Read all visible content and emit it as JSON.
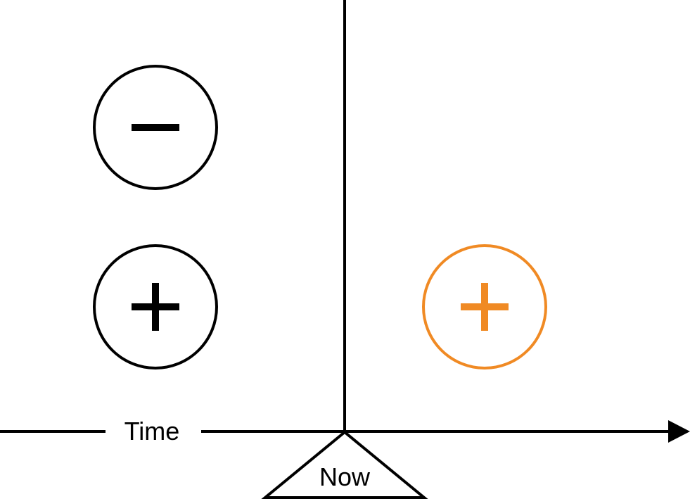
{
  "labels": {
    "axis": "Time",
    "now": "Now"
  },
  "symbols": {
    "past_top": "minus",
    "past_bottom": "plus",
    "future": "plus"
  },
  "icons": {
    "minus": "minus-icon",
    "plus": "plus-icon"
  },
  "colors": {
    "ink": "#000000",
    "accent": "#F08A24",
    "background": "#FFFFFF"
  }
}
